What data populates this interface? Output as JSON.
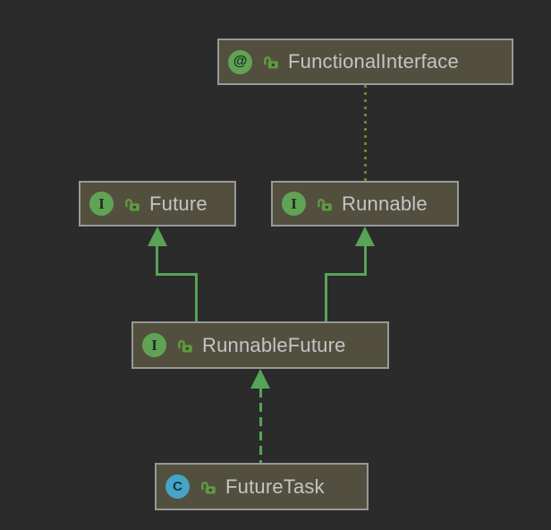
{
  "diagram": {
    "kind": "uml-class-diagram",
    "theme": "darcula",
    "colors": {
      "background": "#2b2b2b",
      "node_fill": "#534f3e",
      "node_border": "#97999a",
      "label_text": "#c2c5c6",
      "edge_solid": "#57a357",
      "edge_dotted": "#75842b",
      "interface_badge": "#60a355",
      "class_badge": "#46a4c6",
      "lock_icon": "#5f9a41"
    },
    "nodes": [
      {
        "id": "functional-interface",
        "label": "FunctionalInterface",
        "kind": "annotation",
        "badge": "@",
        "visibility_icon": "unlocked"
      },
      {
        "id": "future",
        "label": "Future",
        "kind": "interface",
        "badge": "I",
        "visibility_icon": "unlocked"
      },
      {
        "id": "runnable",
        "label": "Runnable",
        "kind": "interface",
        "badge": "I",
        "visibility_icon": "unlocked"
      },
      {
        "id": "runnable-future",
        "label": "RunnableFuture",
        "kind": "interface",
        "badge": "I",
        "visibility_icon": "unlocked"
      },
      {
        "id": "future-task",
        "label": "FutureTask",
        "kind": "class",
        "badge": "C",
        "visibility_icon": "unlocked"
      }
    ],
    "edges": [
      {
        "from": "Runnable",
        "to": "FunctionalInterface",
        "style": "dotted",
        "arrow": false,
        "relation": "annotated-with"
      },
      {
        "from": "RunnableFuture",
        "to": "Future",
        "style": "solid",
        "arrow": true,
        "relation": "extends"
      },
      {
        "from": "RunnableFuture",
        "to": "Runnable",
        "style": "solid",
        "arrow": true,
        "relation": "extends"
      },
      {
        "from": "FutureTask",
        "to": "RunnableFuture",
        "style": "dashed",
        "arrow": true,
        "relation": "implements"
      }
    ]
  }
}
